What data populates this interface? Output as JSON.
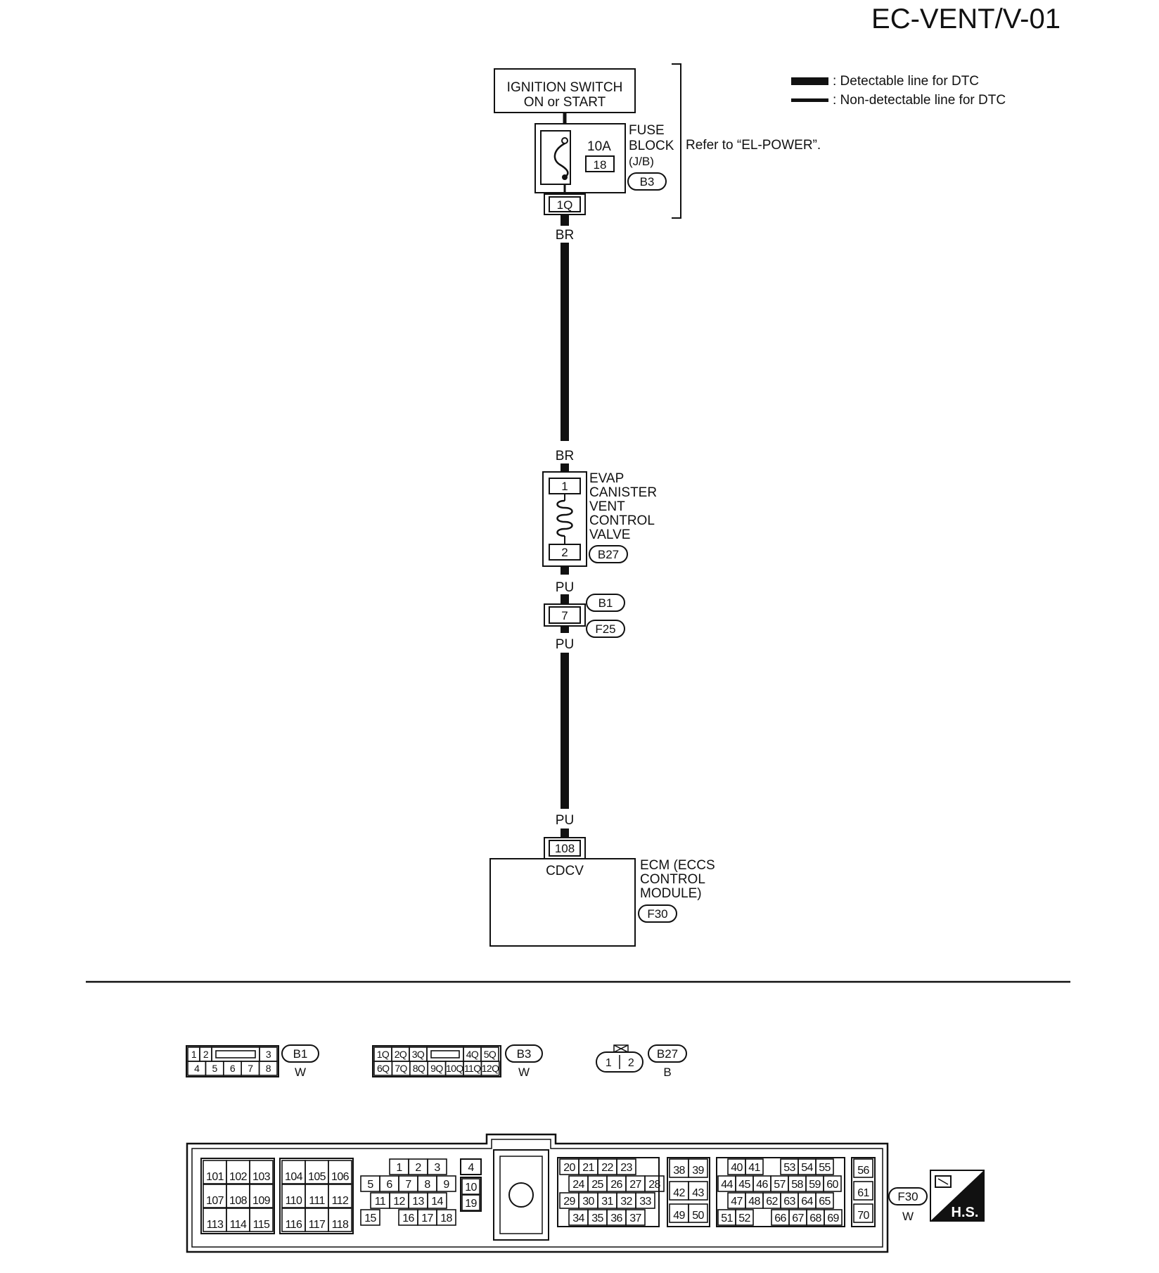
{
  "header": {
    "code": "EC-VENT/V-01"
  },
  "legend": {
    "detectable": ": Detectable line for DTC",
    "non_detectable": ": Non-detectable line for DTC"
  },
  "ignition": {
    "line1": "IGNITION SWITCH",
    "line2": "ON or START"
  },
  "fuse_block": {
    "amps": "10A",
    "fuse_no": "18",
    "label1": "FUSE",
    "label2": "BLOCK",
    "label3": "(J/B)",
    "connector": "B3",
    "terminal": "1Q",
    "refer": "Refer to “EL-POWER”."
  },
  "wires": {
    "br_top": "BR",
    "br_bottom": "BR",
    "pu1": "PU",
    "pu2": "PU",
    "pu3": "PU"
  },
  "valve": {
    "l1": "EVAP",
    "l2": "CANISTER",
    "l3": "VENT",
    "l4": "CONTROL",
    "l5": "VALVE",
    "pin_top": "1",
    "pin_bottom": "2",
    "connector": "B27"
  },
  "joint": {
    "pin": "7",
    "conn_a": "B1",
    "conn_b": "F25"
  },
  "ecm": {
    "terminal": "108",
    "signal": "CDCV",
    "l1": "ECM (ECCS",
    "l2": "CONTROL",
    "l3": "MODULE)",
    "connector": "F30"
  },
  "connectors": {
    "b1": {
      "id": "B1",
      "color": "W",
      "row1": [
        "1",
        "2",
        "3"
      ],
      "row2": [
        "4",
        "5",
        "6",
        "7",
        "8"
      ]
    },
    "b3": {
      "id": "B3",
      "color": "W",
      "row1": [
        "1Q",
        "2Q",
        "3Q",
        "4Q",
        "5Q"
      ],
      "row2": [
        "6Q",
        "7Q",
        "8Q",
        "9Q",
        "10Q",
        "11Q",
        "12Q"
      ]
    },
    "b27": {
      "id": "B27",
      "color": "B",
      "pins": [
        "1",
        "2"
      ]
    },
    "f30": {
      "id": "F30",
      "color": "W",
      "g1": [
        [
          "101",
          "102",
          "103"
        ],
        [
          "107",
          "108",
          "109"
        ],
        [
          "113",
          "114",
          "115"
        ]
      ],
      "g2": [
        [
          "104",
          "105",
          "106"
        ],
        [
          "110",
          "111",
          "112"
        ],
        [
          "116",
          "117",
          "118"
        ]
      ],
      "g3r1": [
        "1",
        "2",
        "3"
      ],
      "g3r2": [
        "5",
        "6",
        "7",
        "8",
        "9"
      ],
      "g3r3": [
        "11",
        "12",
        "13",
        "14"
      ],
      "g3r4a": [
        "15"
      ],
      "g3r4b": [
        "16",
        "17",
        "18"
      ],
      "g4": [
        "4",
        "10",
        "19"
      ],
      "g5r1": [
        "20",
        "21",
        "22",
        "23"
      ],
      "g5r2": [
        "24",
        "25",
        "26",
        "27",
        "28"
      ],
      "g5r3": [
        "29",
        "30",
        "31",
        "32",
        "33"
      ],
      "g5r4": [
        "34",
        "35",
        "36",
        "37"
      ],
      "g6": [
        [
          "38",
          "39"
        ],
        [
          "42",
          "43"
        ],
        [
          "49",
          "50"
        ]
      ],
      "g7r1a": [
        "40",
        "41"
      ],
      "g7r1b": [
        "53",
        "54",
        "55"
      ],
      "g7r2": [
        "44",
        "45",
        "46",
        "57",
        "58",
        "59",
        "60"
      ],
      "g7r3": [
        "47",
        "48",
        "62",
        "63",
        "64",
        "65"
      ],
      "g7r4a": [
        "51",
        "52"
      ],
      "g7r4b": [
        "66",
        "67",
        "68",
        "69"
      ],
      "g8": [
        "56",
        "61",
        "70"
      ]
    }
  },
  "badge": {
    "text": "H.S."
  }
}
